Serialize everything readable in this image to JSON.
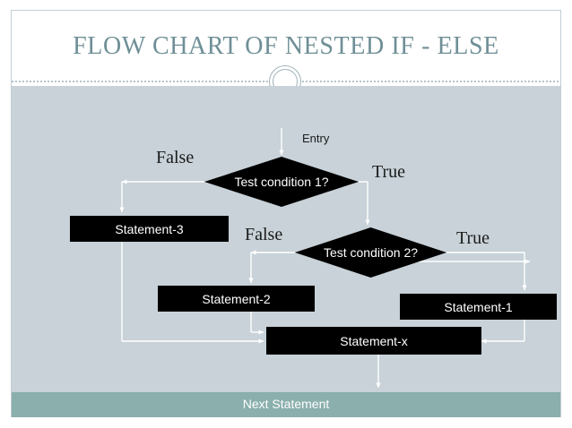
{
  "slide": {
    "title": "FLOW CHART OF NESTED IF - ELSE",
    "footer_label": "Next Statement",
    "colors": {
      "title_text": "#6f8f96",
      "canvas_background": "#c8d2d8",
      "footer_band": "#8aafad",
      "node_fill": "#000000",
      "node_text": "#ffffff",
      "connector": "#ffffff",
      "divider": "#b6c3c8"
    }
  },
  "flowchart": {
    "entry_label": "Entry",
    "decisions": [
      {
        "id": "test-condition-1",
        "label": "Test condition 1?"
      },
      {
        "id": "test-condition-2",
        "label": "Test condition 2?"
      }
    ],
    "processes": [
      {
        "id": "statement-3",
        "label": "Statement-3"
      },
      {
        "id": "statement-2",
        "label": "Statement-2"
      },
      {
        "id": "statement-1",
        "label": "Statement-1"
      },
      {
        "id": "statement-x",
        "label": "Statement-x"
      }
    ],
    "branch_labels": [
      {
        "id": "cond1-false",
        "label": "False"
      },
      {
        "id": "cond1-true",
        "label": "True"
      },
      {
        "id": "cond2-false",
        "label": "False"
      },
      {
        "id": "cond2-true",
        "label": "True"
      }
    ]
  }
}
